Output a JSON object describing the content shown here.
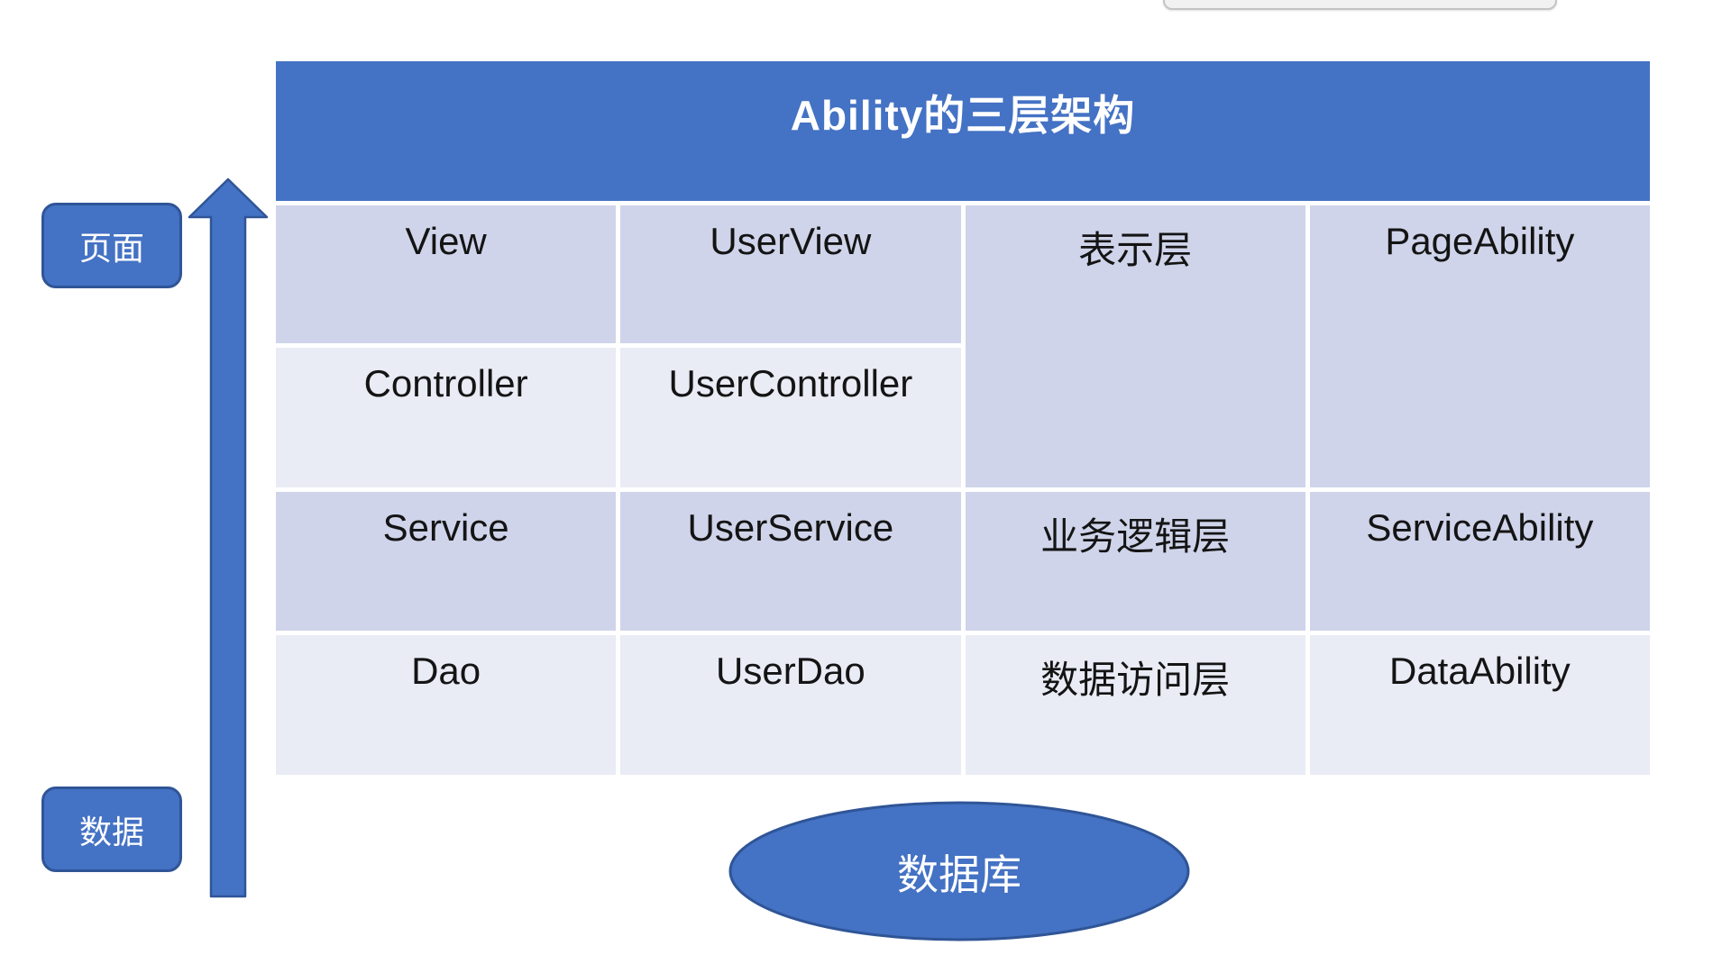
{
  "title": "Ability的三层架构",
  "table": {
    "rows": [
      {
        "col1": "View",
        "col2": "UserView"
      },
      {
        "col1": "Controller",
        "col2": "UserController"
      },
      {
        "col1": "Service",
        "col2": "UserService",
        "col3": "业务逻辑层",
        "col4": "ServiceAbility"
      },
      {
        "col1": "Dao",
        "col2": "UserDao",
        "col3": "数据访问层",
        "col4": "DataAbility"
      }
    ],
    "merged": {
      "presentation_layer": "表示层",
      "page_ability": "PageAbility"
    }
  },
  "side_labels": {
    "top": "页面",
    "bottom": "数据"
  },
  "database": {
    "label": "数据库"
  },
  "colors": {
    "accent_blue": "#4472c4",
    "accent_blue_dark": "#2f5597",
    "row_band_dark": "#cfd4ea",
    "row_band_light": "#e9ebf5",
    "text": "#141414"
  }
}
